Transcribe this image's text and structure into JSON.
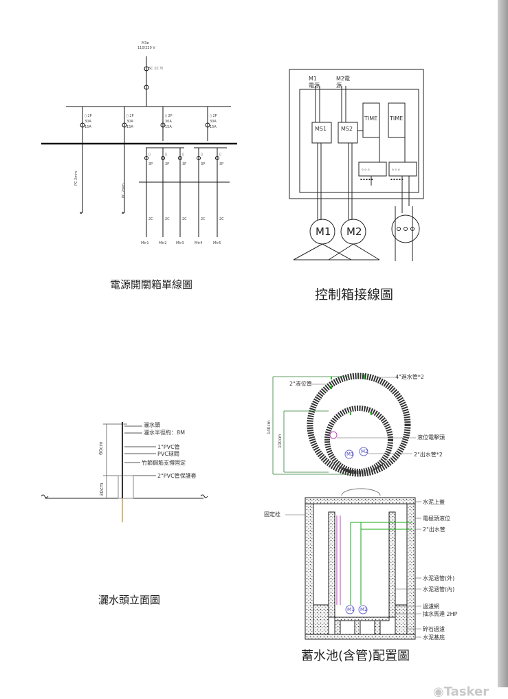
{
  "single_line": {
    "caption": "電源開關箱單線圖",
    "source_label": "M3ø",
    "source_voltage": "110/220 V",
    "main_cable": "5C 1C Ti",
    "branch_label": "PC 2mm",
    "out_labels": [
      "Mtr1",
      "Mtr2",
      "Mtr3",
      "Mtr4",
      "Mtr5"
    ]
  },
  "control": {
    "caption": "控制箱接線圖",
    "m1_power": [
      "M1",
      "電源"
    ],
    "m2_power": [
      "M2電",
      "源"
    ],
    "ms1": "MS1",
    "ms2": "MS2",
    "time1": "TIME",
    "time2": "TIME",
    "motor1": "M1",
    "motor2": "M2"
  },
  "sprinkler": {
    "caption": "灑水頭立面圖",
    "labels": [
      "灑水頭",
      "灑水半徑約：8M",
      "1\"PVC管",
      "PVC球閥",
      "竹節鋼筋支撐固定",
      "2\"PVC管保護套"
    ],
    "dim_upper": "60cm",
    "dim_lower": "30cm"
  },
  "tank": {
    "caption": "蓄水池(含管)配置圖",
    "plan_labels": [
      "4\"進水管*2",
      "2\"液位管",
      "液位電擊頭",
      "2\"出水管*2"
    ],
    "dim_outer": "140cm",
    "dim_inner": "100cm",
    "pump1": "M1",
    "pump2": "M2",
    "section_left_label": "固定栓",
    "section_labels": [
      "水泥上蓋",
      "電極頭液位",
      "2\"出水管",
      "水泥涵管(外)",
      "水泥涵管(內)",
      "過濾網",
      "抽水馬達 2HP",
      "碎石過濾",
      "水泥基底"
    ],
    "spump1": "M1",
    "spump2": "M2"
  },
  "watermark": "Tasker"
}
